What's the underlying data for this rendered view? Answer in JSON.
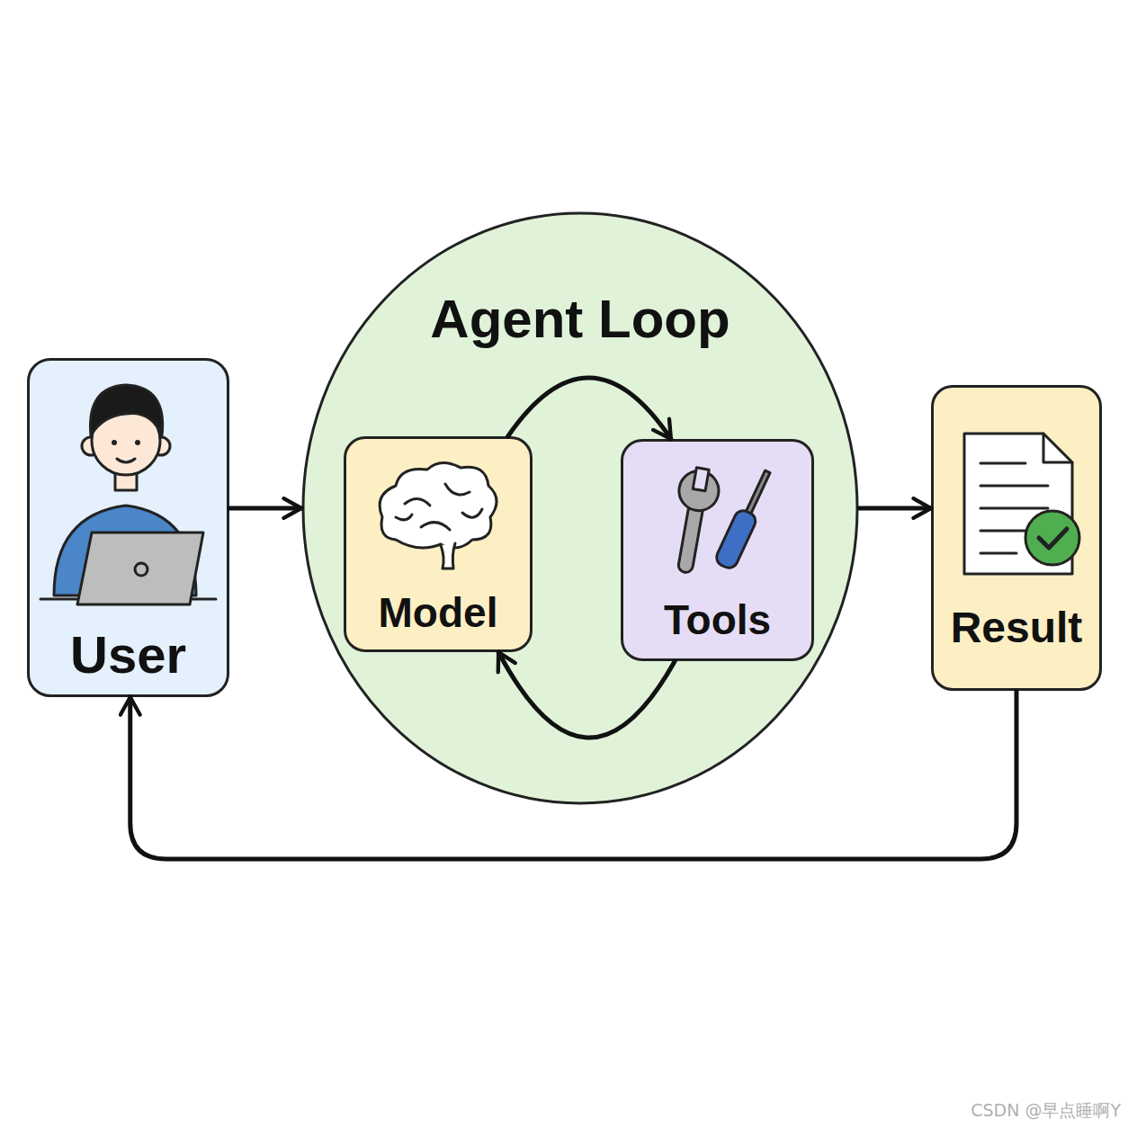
{
  "diagram": {
    "nodes": [
      {
        "text": [
          "User"
        ]
      },
      {
        "text": [
          "Agent Loop"
        ]
      },
      {
        "text": [
          "Model"
        ],
        "in": 1
      },
      {
        "text": [
          "Tools"
        ],
        "in": 1
      },
      {
        "text": [
          "Result"
        ]
      }
    ],
    "edges": [
      {
        "from": 0,
        "to": 1,
        "arrow": "to"
      },
      {
        "from": 2,
        "to": 3,
        "arrow": "to"
      },
      {
        "from": 3,
        "to": 2,
        "arrow": "to"
      },
      {
        "from": 1,
        "to": 4,
        "arrow": "to"
      },
      {
        "from": 4,
        "to": 0,
        "arrow": "to"
      }
    ],
    "labels": [
      "CSDN @早点睡啊Y"
    ]
  }
}
